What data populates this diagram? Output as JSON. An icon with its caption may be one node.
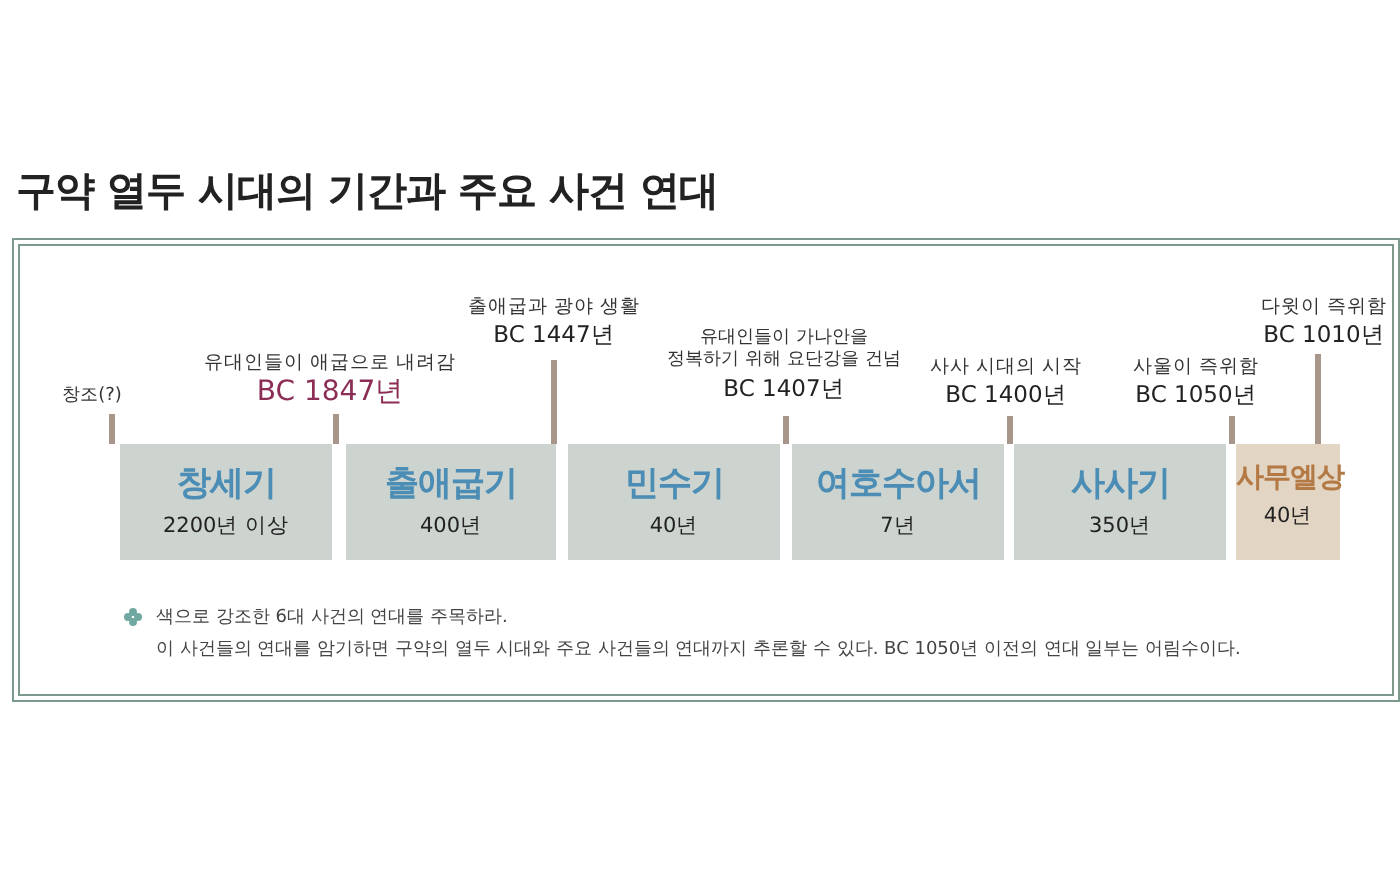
{
  "diagram": {
    "title": "구약 열두 시대의 기간과 주요 사건 연대",
    "nodes": [
      {
        "text": [
          "창조(?)"
        ]
      },
      {
        "text": [
          "유대인들이 애굽으로 내려감",
          "BC 1847년"
        ]
      },
      {
        "text": [
          "출애굽과 광야 생활",
          "BC 1447년"
        ]
      },
      {
        "text": [
          "유대인들이 가나안을 정복하기 위해 요단강을 건넘",
          "BC 1407년"
        ]
      },
      {
        "text": [
          "사사 시대의 시작",
          "BC 1400년"
        ]
      },
      {
        "text": [
          "사울이 즉위함",
          "BC 1050년"
        ]
      },
      {
        "text": [
          "다윗이 즉위함",
          "BC 1010년"
        ]
      },
      {
        "text": [
          "창세기",
          "2200년 이상"
        ]
      },
      {
        "text": [
          "출애굽기",
          "400년"
        ]
      },
      {
        "text": [
          "민수기",
          "40년"
        ]
      },
      {
        "text": [
          "여호수아서",
          "7년"
        ]
      },
      {
        "text": [
          "사사기",
          "350년"
        ]
      },
      {
        "text": [
          "사무엘상",
          "40년"
        ]
      }
    ],
    "edges": [
      {
        "from": 0,
        "to": 7,
        "arrow": "none"
      },
      {
        "from": 1,
        "to": 7,
        "arrow": "none"
      },
      {
        "from": 2,
        "to": 8,
        "arrow": "none"
      },
      {
        "from": 3,
        "to": 9,
        "arrow": "none"
      },
      {
        "from": 4,
        "to": 11,
        "arrow": "none"
      },
      {
        "from": 5,
        "to": 12,
        "arrow": "none"
      },
      {
        "from": 6,
        "to": 12,
        "arrow": "none"
      }
    ],
    "labels": [
      "색으로 강조한 6대 사건의 연대를 주목하라.",
      "이 사건들의 연대를 암기하면 구약의 열두 시대와 주요 사건들의 연대까지 추론할 수 있다. BC 1050년 이전의 연대 일부는 어림수이다."
    ]
  }
}
